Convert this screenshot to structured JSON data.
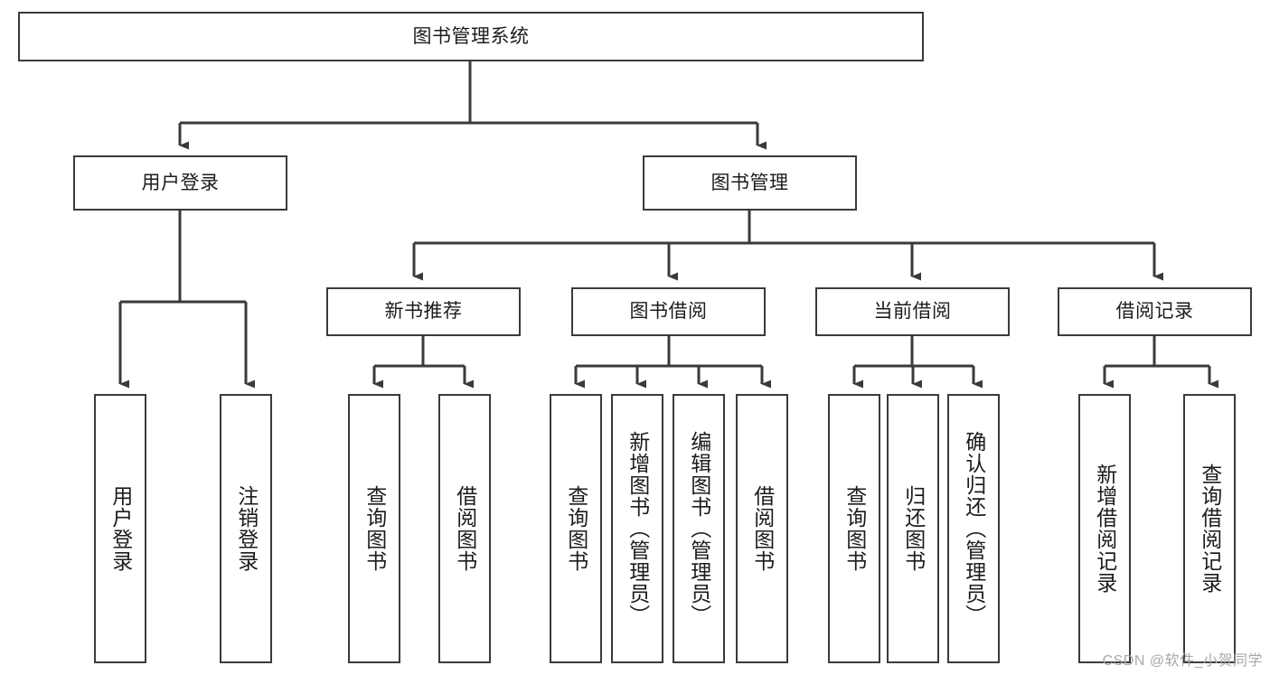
{
  "diagram": {
    "type": "tree-hierarchy",
    "title": "图书管理系统",
    "colors": {
      "background": "#ffffff",
      "stroke": "#3a3a3a",
      "text": "#1c1c1c",
      "watermark": "#a8a8a8"
    },
    "levels": {
      "root": {
        "label": "图书管理系统"
      },
      "level2": [
        {
          "id": "user-login",
          "label": "用户登录"
        },
        {
          "id": "book-manage",
          "label": "图书管理"
        }
      ],
      "level3": [
        {
          "id": "new-book-rec",
          "label": "新书推荐",
          "parent": "book-manage"
        },
        {
          "id": "book-borrow",
          "label": "图书借阅",
          "parent": "book-manage"
        },
        {
          "id": "current-borrow",
          "label": "当前借阅",
          "parent": "book-manage"
        },
        {
          "id": "borrow-record",
          "label": "借阅记录",
          "parent": "book-manage"
        }
      ],
      "leaves": [
        {
          "id": "leaf-user-login",
          "label": "用户登录",
          "parent": "user-login"
        },
        {
          "id": "leaf-logout",
          "label": "注销登录",
          "parent": "user-login"
        },
        {
          "id": "leaf-query-book-1",
          "label": "查询图书",
          "parent": "new-book-rec"
        },
        {
          "id": "leaf-borrow-book-1",
          "label": "借阅图书",
          "parent": "new-book-rec"
        },
        {
          "id": "leaf-query-book-2",
          "label": "查询图书",
          "parent": "book-borrow"
        },
        {
          "id": "leaf-add-book",
          "label": "新增图书（管理员）",
          "parent": "book-borrow"
        },
        {
          "id": "leaf-edit-book",
          "label": "编辑图书（管理员）",
          "parent": "book-borrow"
        },
        {
          "id": "leaf-borrow-book-2",
          "label": "借阅图书",
          "parent": "book-borrow"
        },
        {
          "id": "leaf-query-book-3",
          "label": "查询图书",
          "parent": "current-borrow"
        },
        {
          "id": "leaf-return-book",
          "label": "归还图书",
          "parent": "current-borrow"
        },
        {
          "id": "leaf-confirm-return",
          "label": "确认归还（管理员）",
          "parent": "current-borrow"
        },
        {
          "id": "leaf-add-record",
          "label": "新增借阅记录",
          "parent": "borrow-record"
        },
        {
          "id": "leaf-query-record",
          "label": "查询借阅记录",
          "parent": "borrow-record"
        }
      ]
    }
  },
  "watermark": {
    "text": "CSDN @软件_小贺同学"
  }
}
